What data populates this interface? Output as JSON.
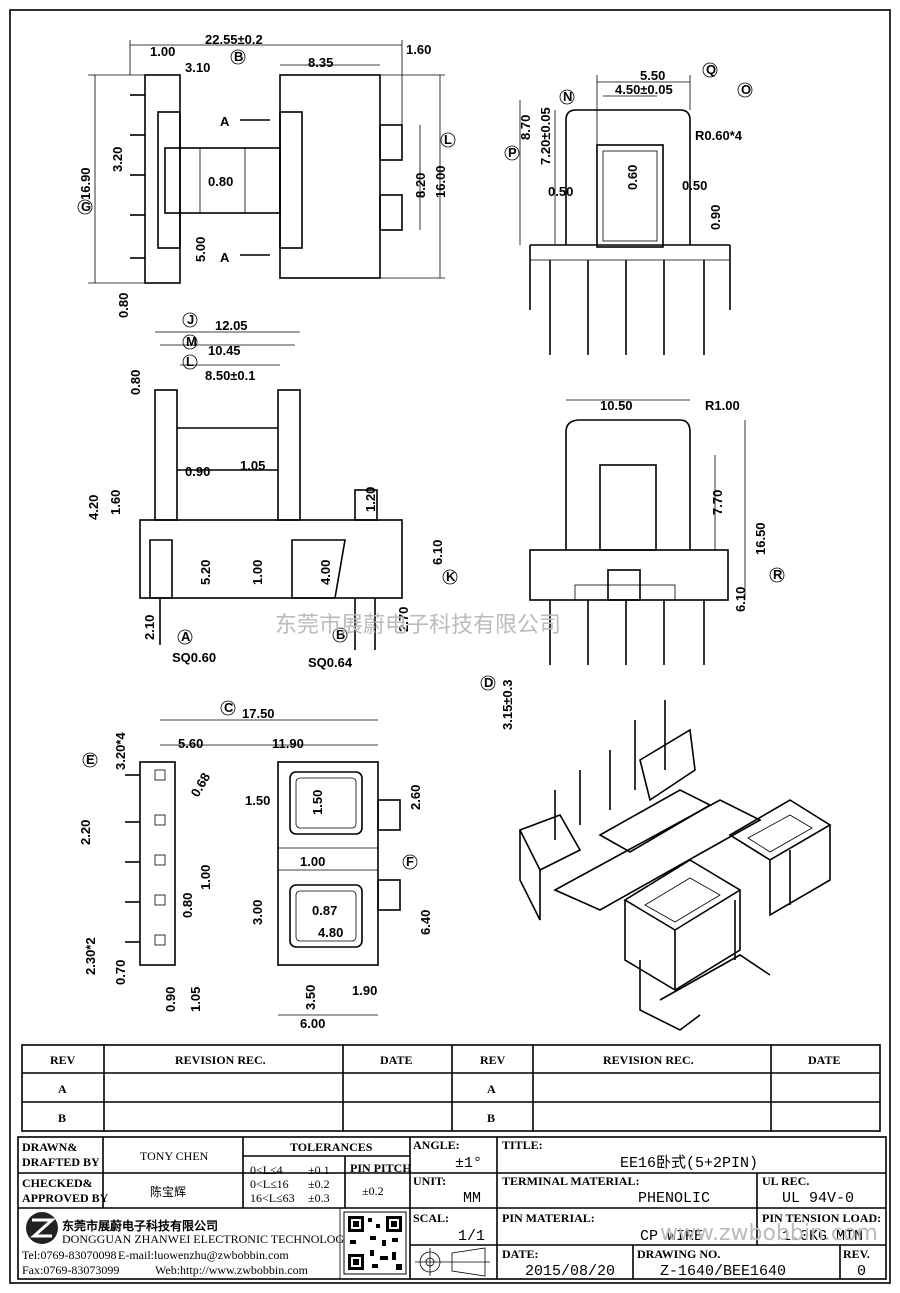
{
  "dims": {
    "top_left": [
      "22.55±0.2",
      "1.00",
      "3.10",
      "8.35",
      "1.60",
      "16.90",
      "3.20",
      "0.80",
      "8.20",
      "16.00",
      "5.00",
      "0.80",
      "A",
      "A"
    ],
    "top_right": [
      "5.50",
      "4.50±0.05",
      "7.20±0.05",
      "8.70",
      "R0.60*4",
      "0.60",
      "0.50",
      "0.50",
      "0.90"
    ],
    "mid_left": [
      "12.05",
      "10.45",
      "8.50±0.1",
      "0.80",
      "0.90",
      "1.05",
      "4.20",
      "1.60",
      "1.20",
      "5.20",
      "1.00",
      "4.00",
      "6.10",
      "2.10",
      "2.70",
      "SQ0.60",
      "SQ0.64"
    ],
    "mid_right": [
      "10.50",
      "R1.00",
      "7.70",
      "16.50",
      "6.10",
      "3.15±0.3"
    ],
    "bottom_left": [
      "17.50",
      "5.60",
      "11.90",
      "3.20*4",
      "0.68",
      "2.20",
      "1.00",
      "0.80",
      "2.30*2",
      "0.70",
      "0.90",
      "1.05",
      "1.50",
      "1.50",
      "2.60",
      "1.00",
      "3.00",
      "0.87",
      "4.80",
      "6.40",
      "3.50",
      "1.90",
      "6.00"
    ]
  },
  "callouts": [
    "B",
    "G",
    "L",
    "Q",
    "O",
    "N",
    "P",
    "J",
    "M",
    "L",
    "K",
    "A",
    "B",
    "R",
    "D",
    "C",
    "E",
    "F"
  ],
  "watermark": "东莞市展蔚电子科技有限公司",
  "revision_table": {
    "headers": [
      "REV",
      "REVISION REC.",
      "DATE",
      "REV",
      "REVISION REC.",
      "DATE"
    ],
    "rows": [
      [
        "A",
        "",
        "",
        "A",
        "",
        ""
      ],
      [
        "B",
        "",
        "",
        "B",
        "",
        ""
      ]
    ]
  },
  "title_block": {
    "drawn_label": "DRAWN&",
    "drafted_label": "DRAFTED BY",
    "drawn_by": "TONY CHEN",
    "checked_label": "CHECKED&",
    "approved_label": "APPROVED BY",
    "approved_by": "陈宝辉",
    "tolerances_label": "TOLERANCES",
    "tolerances": [
      [
        "0<L≤4",
        "±0.1"
      ],
      [
        "0<L≤16",
        "±0.2"
      ],
      [
        "16<L≤63",
        "±0.3"
      ]
    ],
    "pin_pitch_label": "PIN PITCH",
    "pin_pitch": "±0.2",
    "angle_label": "ANGLE:",
    "angle": "±1°",
    "unit_label": "UNIT:",
    "unit": "MM",
    "scale_label": "SCAL:",
    "scale": "1/1",
    "title_label": "TITLE:",
    "title": "EE16卧式(5+2PIN)",
    "terminal_label": "TERMINAL MATERIAL:",
    "terminal": "PHENOLIC",
    "ul_label": "UL REC.",
    "ul": "UL 94V-0",
    "pin_material_label": "PIN MATERIAL:",
    "pin_material": "CP WIRE",
    "tension_label": "PIN TENSION LOAD:",
    "tension": "1.0KG MIN",
    "date_label": "DATE:",
    "date": "2015/08/20",
    "drawing_no_label": "DRAWING NO.",
    "drawing_no": "Z-1640/BEE1640",
    "rev_label": "REV.",
    "rev": "0",
    "company_cn": "东莞市展蔚电子科技有限公司",
    "company_en": "DONGGUAN ZHANWEI ELECTRONIC TECHNOLOGY CO., LTD.",
    "tel": "Tel:0769-83070098",
    "email": "E-mail:luowenzhu@zwbobbin.com",
    "fax": "Fax:0769-83073099",
    "web": "Web:http://www.zwbobbin.com",
    "web_watermark": "www.zwbobbin.com"
  }
}
